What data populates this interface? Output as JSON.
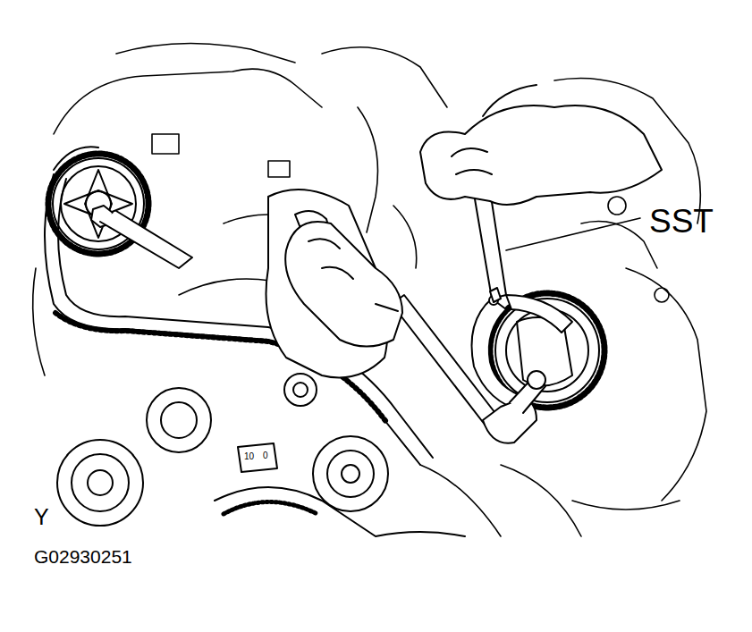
{
  "diagram": {
    "labels": [
      "SST",
      "Y",
      "G02930251",
      "10",
      "0"
    ]
  }
}
